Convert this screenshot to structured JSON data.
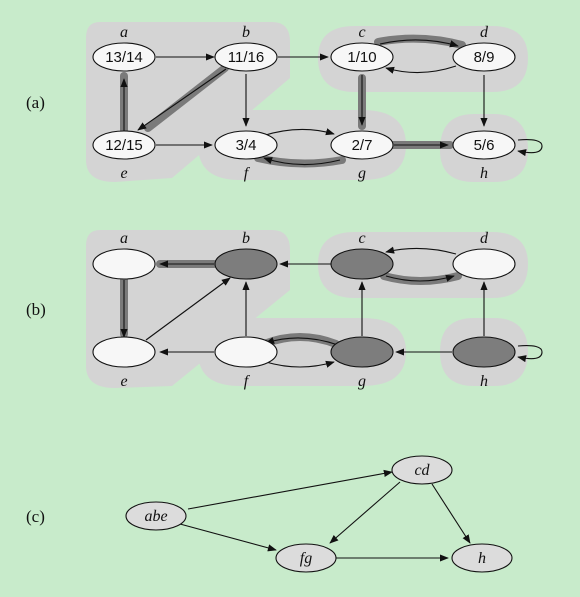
{
  "panels": [
    {
      "label": "(a)",
      "nodes": [
        {
          "id": "a",
          "name": "a",
          "text": "13/14"
        },
        {
          "id": "b",
          "name": "b",
          "text": "11/16"
        },
        {
          "id": "c",
          "name": "c",
          "text": "1/10"
        },
        {
          "id": "d",
          "name": "d",
          "text": "8/9"
        },
        {
          "id": "e",
          "name": "e",
          "text": "12/15"
        },
        {
          "id": "f",
          "name": "f",
          "text": "3/4"
        },
        {
          "id": "g",
          "name": "g",
          "text": "2/7"
        },
        {
          "id": "h",
          "name": "h",
          "text": "5/6"
        }
      ]
    },
    {
      "label": "(b)",
      "nodes": [
        {
          "id": "a",
          "name": "a",
          "fill": "light"
        },
        {
          "id": "b",
          "name": "b",
          "fill": "dark"
        },
        {
          "id": "c",
          "name": "c",
          "fill": "dark"
        },
        {
          "id": "d",
          "name": "d",
          "fill": "light"
        },
        {
          "id": "e",
          "name": "e",
          "fill": "light"
        },
        {
          "id": "f",
          "name": "f",
          "fill": "light"
        },
        {
          "id": "g",
          "name": "g",
          "fill": "dark"
        },
        {
          "id": "h",
          "name": "h",
          "fill": "dark"
        }
      ]
    },
    {
      "label": "(c)",
      "nodes": [
        {
          "id": "abe",
          "text": "abe"
        },
        {
          "id": "cd",
          "text": "cd"
        },
        {
          "id": "fg",
          "text": "fg"
        },
        {
          "id": "h",
          "text": "h"
        }
      ]
    }
  ],
  "colors": {
    "background": "#c8ebcb",
    "region": "#d4d4d4",
    "node_light": "#f7f7f7",
    "node_dark": "#7d7d7d",
    "node_c": "#dcdcdc",
    "highlight": "#7a7a7a"
  }
}
